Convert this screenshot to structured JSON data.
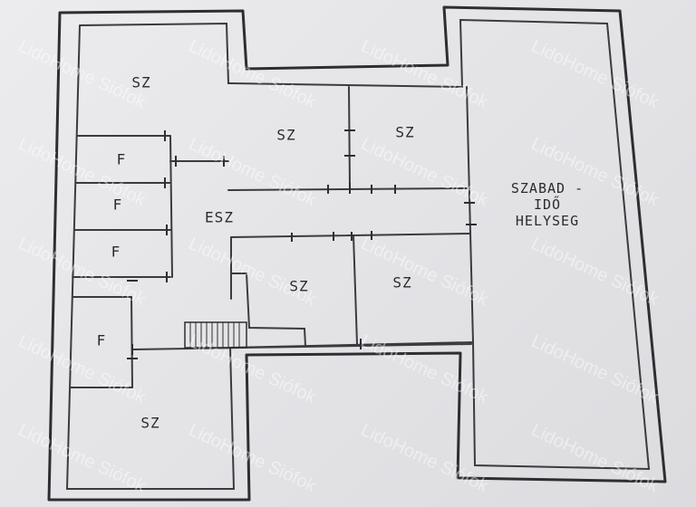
{
  "rooms": {
    "sz_top_left": "SZ",
    "sz_top_center_left": "SZ",
    "sz_top_center_right": "SZ",
    "sz_mid_center_left": "SZ",
    "sz_mid_center_right": "SZ",
    "sz_bottom_left": "SZ",
    "f_1": "F",
    "f_2": "F",
    "f_3": "F",
    "f_4": "F",
    "hall": "ESZ",
    "leisure_line1": "SZABAD -",
    "leisure_line2": "IDŐ",
    "leisure_line3": "HELYSEG"
  },
  "watermark": "LidoHome Siófok"
}
